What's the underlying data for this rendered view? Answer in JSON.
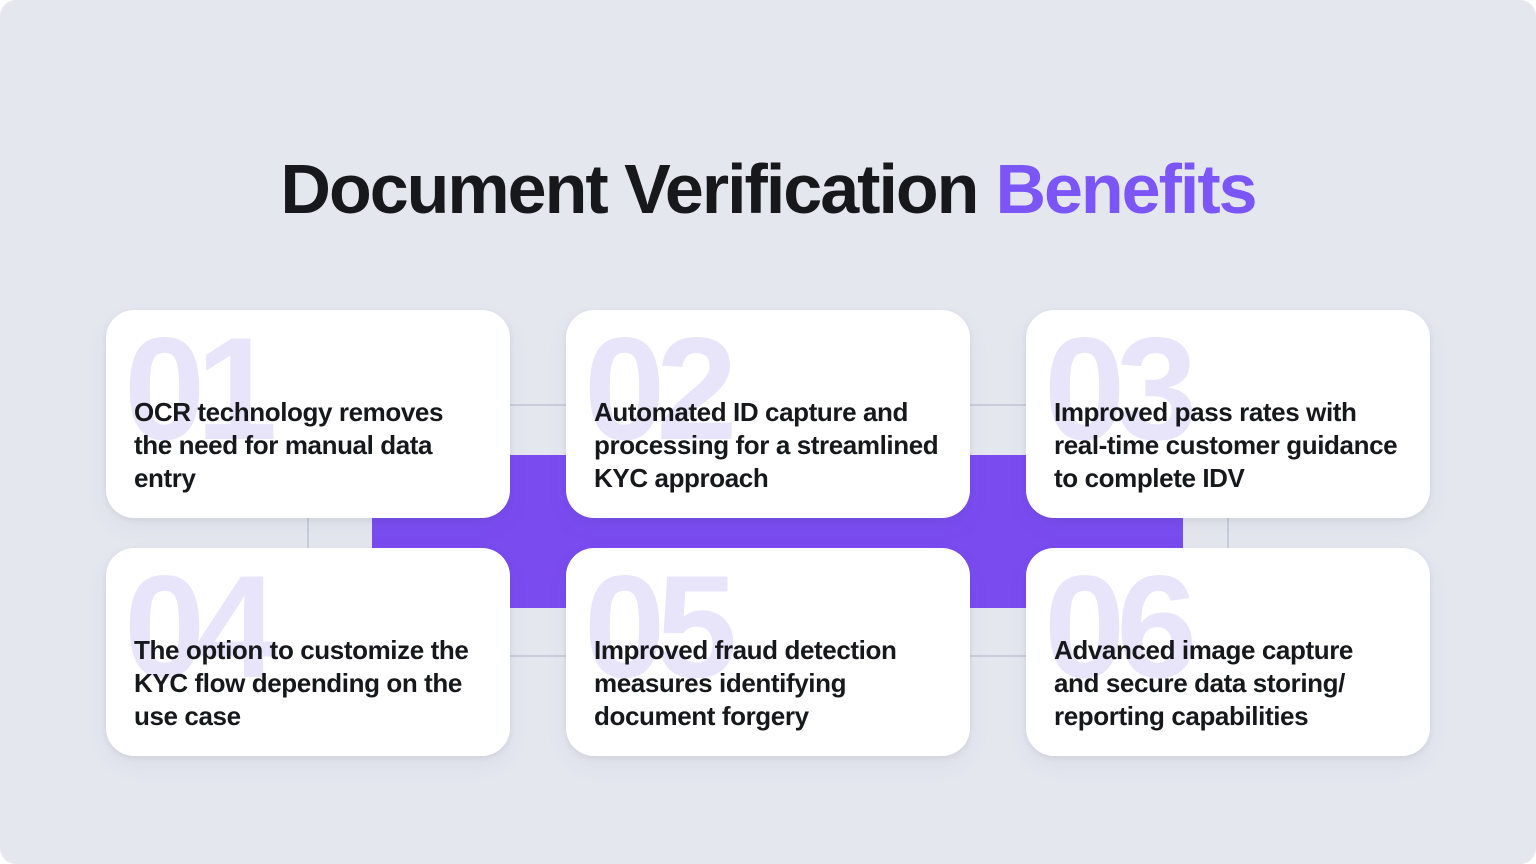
{
  "title": {
    "main": "Document Verification",
    "accent": "Benefits"
  },
  "colors": {
    "bg": "#E5E7EF",
    "card": "#FFFFFF",
    "text": "#17181C",
    "accent": "#7C55F7",
    "connector": "#7A4CF0",
    "number": "#E8E4F9",
    "line": "#C9CEDB"
  },
  "cards": [
    {
      "number": "01",
      "text": "OCR technology removes\nthe need for manual data\nentry"
    },
    {
      "number": "02",
      "text": "Automated ID capture and\nprocessing for a streamlined\nKYC approach"
    },
    {
      "number": "03",
      "text": "Improved pass rates with\nreal-time customer guidance\nto complete IDV"
    },
    {
      "number": "04",
      "text": "The option to customize the\nKYC flow depending on the\nuse case"
    },
    {
      "number": "05",
      "text": "Improved fraud detection\nmeasures identifying\ndocument forgery"
    },
    {
      "number": "06",
      "text": "Advanced image capture\nand secure data storing/\nreporting capabilities"
    }
  ]
}
